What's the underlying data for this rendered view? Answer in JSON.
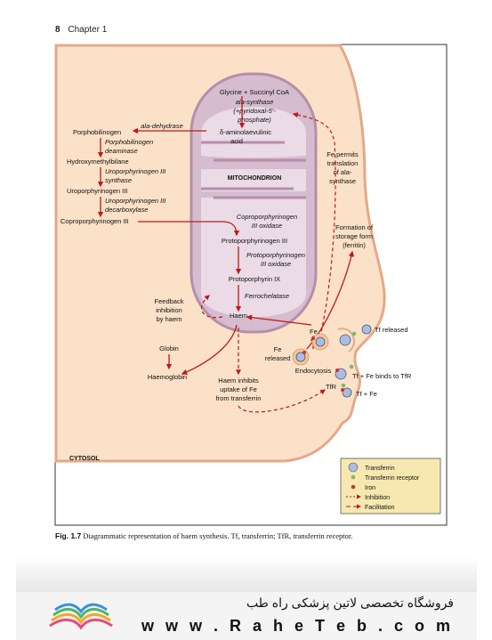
{
  "page": {
    "number": "8",
    "chapter": "Chapter 1"
  },
  "figure": {
    "chain_top": [
      "Glycine + Succinyl CoA",
      "ala-synthase",
      "(+pyridoxal-5'-",
      "phosphate)",
      "δ-aminolaevulinic",
      "acid"
    ],
    "left_pathway": {
      "ala_dehydrase": "ala-dehydrase",
      "porphobilinogen": "Porphobilinogen",
      "pbg_deaminase_1": "Porphobilinogen",
      "pbg_deaminase_2": "deaminase",
      "hmb": "Hydroxymethylbilane",
      "uro3_synthase_1": "Uroporphyrinogen III",
      "uro3_synthase_2": "synthase",
      "uro3": "Uroporphyrinogen III",
      "uro3_decarb_1": "Uroporphyrinogen III",
      "uro3_decarb_2": "decarboxylase",
      "copro3": "Coproporphyrinogen III"
    },
    "mitochondrion": "MITOCHONDRION",
    "inner": {
      "copro_oxidase_1": "Coproporphyrinogen",
      "copro_oxidase_2": "III oxidase",
      "proto3": "Protoporphyrinogen III",
      "proto_oxidase_1": "Protoporphyrinogen",
      "proto_oxidase_2": "III oxidase",
      "proto9": "Protoporphyrin IX",
      "ferrochelatase": "Ferrochelatase",
      "haem": "Haem"
    },
    "feedback": [
      "Feedback",
      "inhibition",
      "by haem"
    ],
    "globin": "Globin",
    "haemoglobin": "Haemoglobin",
    "haem_inhibits": [
      "Haem inhibits",
      "uptake of Fe",
      "from transferrin"
    ],
    "fe_permits": [
      "Fe permits",
      "translation",
      "of ala-",
      "synthase"
    ],
    "storage": [
      "Formation of",
      "storage form",
      "(ferritin)"
    ],
    "fe": "Fe",
    "fe_released": [
      "Fe",
      "released"
    ],
    "endocytosis": "Endocytosis",
    "tf_released": "Tf released",
    "tf_fe_binds": "Tf + Fe binds to TfR",
    "tfr": "TfR",
    "tf_fe": "Tf + Fe",
    "cytosol": "CYTOSOL",
    "legend": {
      "transferrin": "Transferrin",
      "transferrin_receptor": "Transferrin receptor",
      "iron": "Iron",
      "inhibition": "Inhibition",
      "facilitation": "Facilitation"
    },
    "colors": {
      "cell": "#fbe1c8",
      "cell_border": "#e3a989",
      "mito": "#d5bccf",
      "mito_inner": "#eadbe6",
      "arrow": "#c01818",
      "legend_bg": "#f6e8b0"
    }
  },
  "caption": {
    "label": "Fig. 1.7",
    "text": "Diagrammatic representation of haem synthesis. Tf, transferrin; TfR, transferrin receptor."
  },
  "footer": {
    "persian": "فروشگاه تخصصی لاتین پزشکی  راه طب",
    "site": "w w w . R a h e T e b . c o m"
  }
}
